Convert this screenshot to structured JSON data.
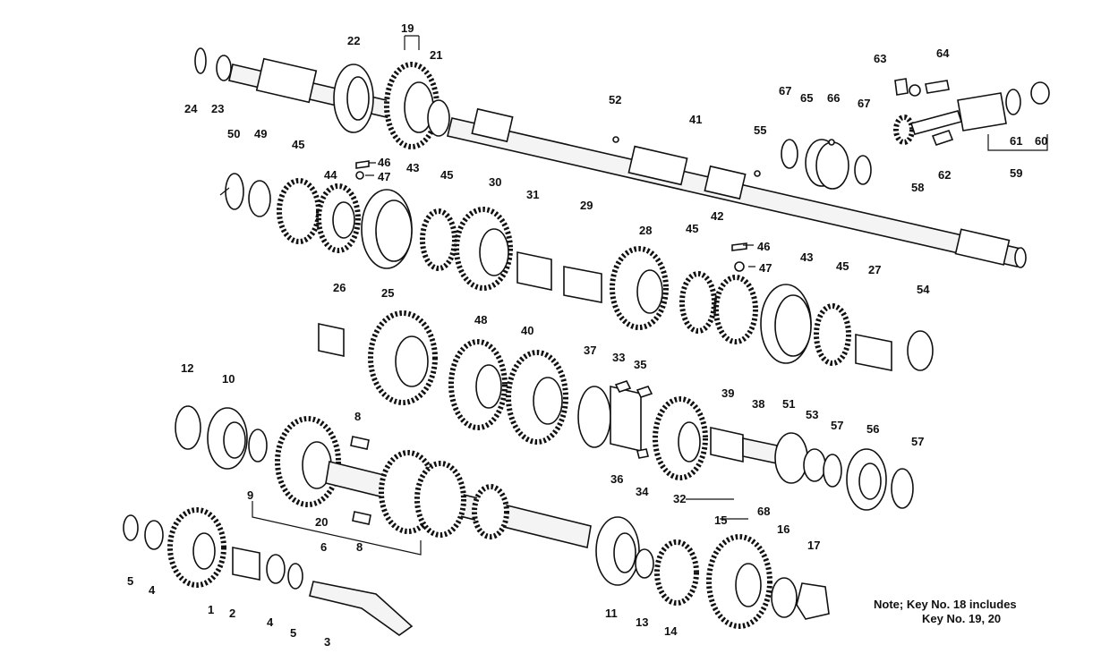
{
  "labels": {
    "l1": "1",
    "l2": "2",
    "l3": "3",
    "l4a": "4",
    "l4b": "4",
    "l5a": "5",
    "l5b": "5",
    "l6": "6",
    "l8a": "8",
    "l8b": "8",
    "l9": "9",
    "l10": "10",
    "l11": "11",
    "l12": "12",
    "l13": "13",
    "l14": "14",
    "l15": "15",
    "l16": "16",
    "l17": "17",
    "l19": "19",
    "l20": "20",
    "l21": "21",
    "l22": "22",
    "l23": "23",
    "l24": "24",
    "l25": "25",
    "l26": "26",
    "l27": "27",
    "l28": "28",
    "l29": "29",
    "l30": "30",
    "l31": "31",
    "l32": "32",
    "l33": "33",
    "l34": "34",
    "l35": "35",
    "l36": "36",
    "l37": "37",
    "l38": "38",
    "l39": "39",
    "l40": "40",
    "l41": "41",
    "l42": "42",
    "l43a": "43",
    "l43b": "43",
    "l44": "44",
    "l45a": "45",
    "l45b": "45",
    "l45c": "45",
    "l45d": "45",
    "l46a": "46",
    "l46b": "46",
    "l47a": "47",
    "l47b": "47",
    "l48": "48",
    "l49": "49",
    "l50": "50",
    "l51": "51",
    "l52": "52",
    "l53": "53",
    "l54": "54",
    "l55": "55",
    "l56": "56",
    "l57a": "57",
    "l57b": "57",
    "l58": "58",
    "l59": "59",
    "l60": "60",
    "l61": "61",
    "l62": "62",
    "l63": "63",
    "l64": "64",
    "l65": "65",
    "l66": "66",
    "l67a": "67",
    "l67b": "67",
    "l68": "68"
  },
  "note": {
    "line1": "Note;  Key No. 18 includes",
    "line2": "Key No. 19, 20"
  }
}
